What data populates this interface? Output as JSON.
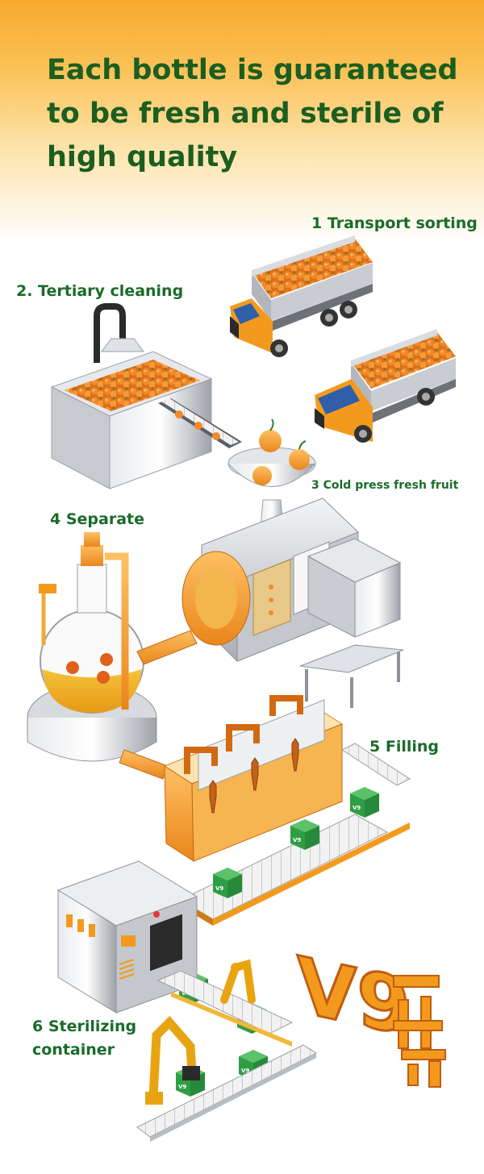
{
  "headline": "Each bottle is guaranteed to be fresh and sterile of high quality",
  "steps": {
    "transport": "1 Transport sorting",
    "cleaning": "2. Tertiary cleaning",
    "press": "3 Cold press fresh fruit",
    "separate": "4 Separate",
    "filling": "5 Filling",
    "sterilizing_line1": "6 Sterilizing",
    "sterilizing_line2": "container"
  },
  "brand": {
    "mark": "V9",
    "box_label": "V9"
  },
  "colors": {
    "headline": "#1b5e20",
    "label": "#1b6b2a",
    "orange": "#f39a1e",
    "steel": "#c9ccd1",
    "box_green": "#2e9e44"
  }
}
